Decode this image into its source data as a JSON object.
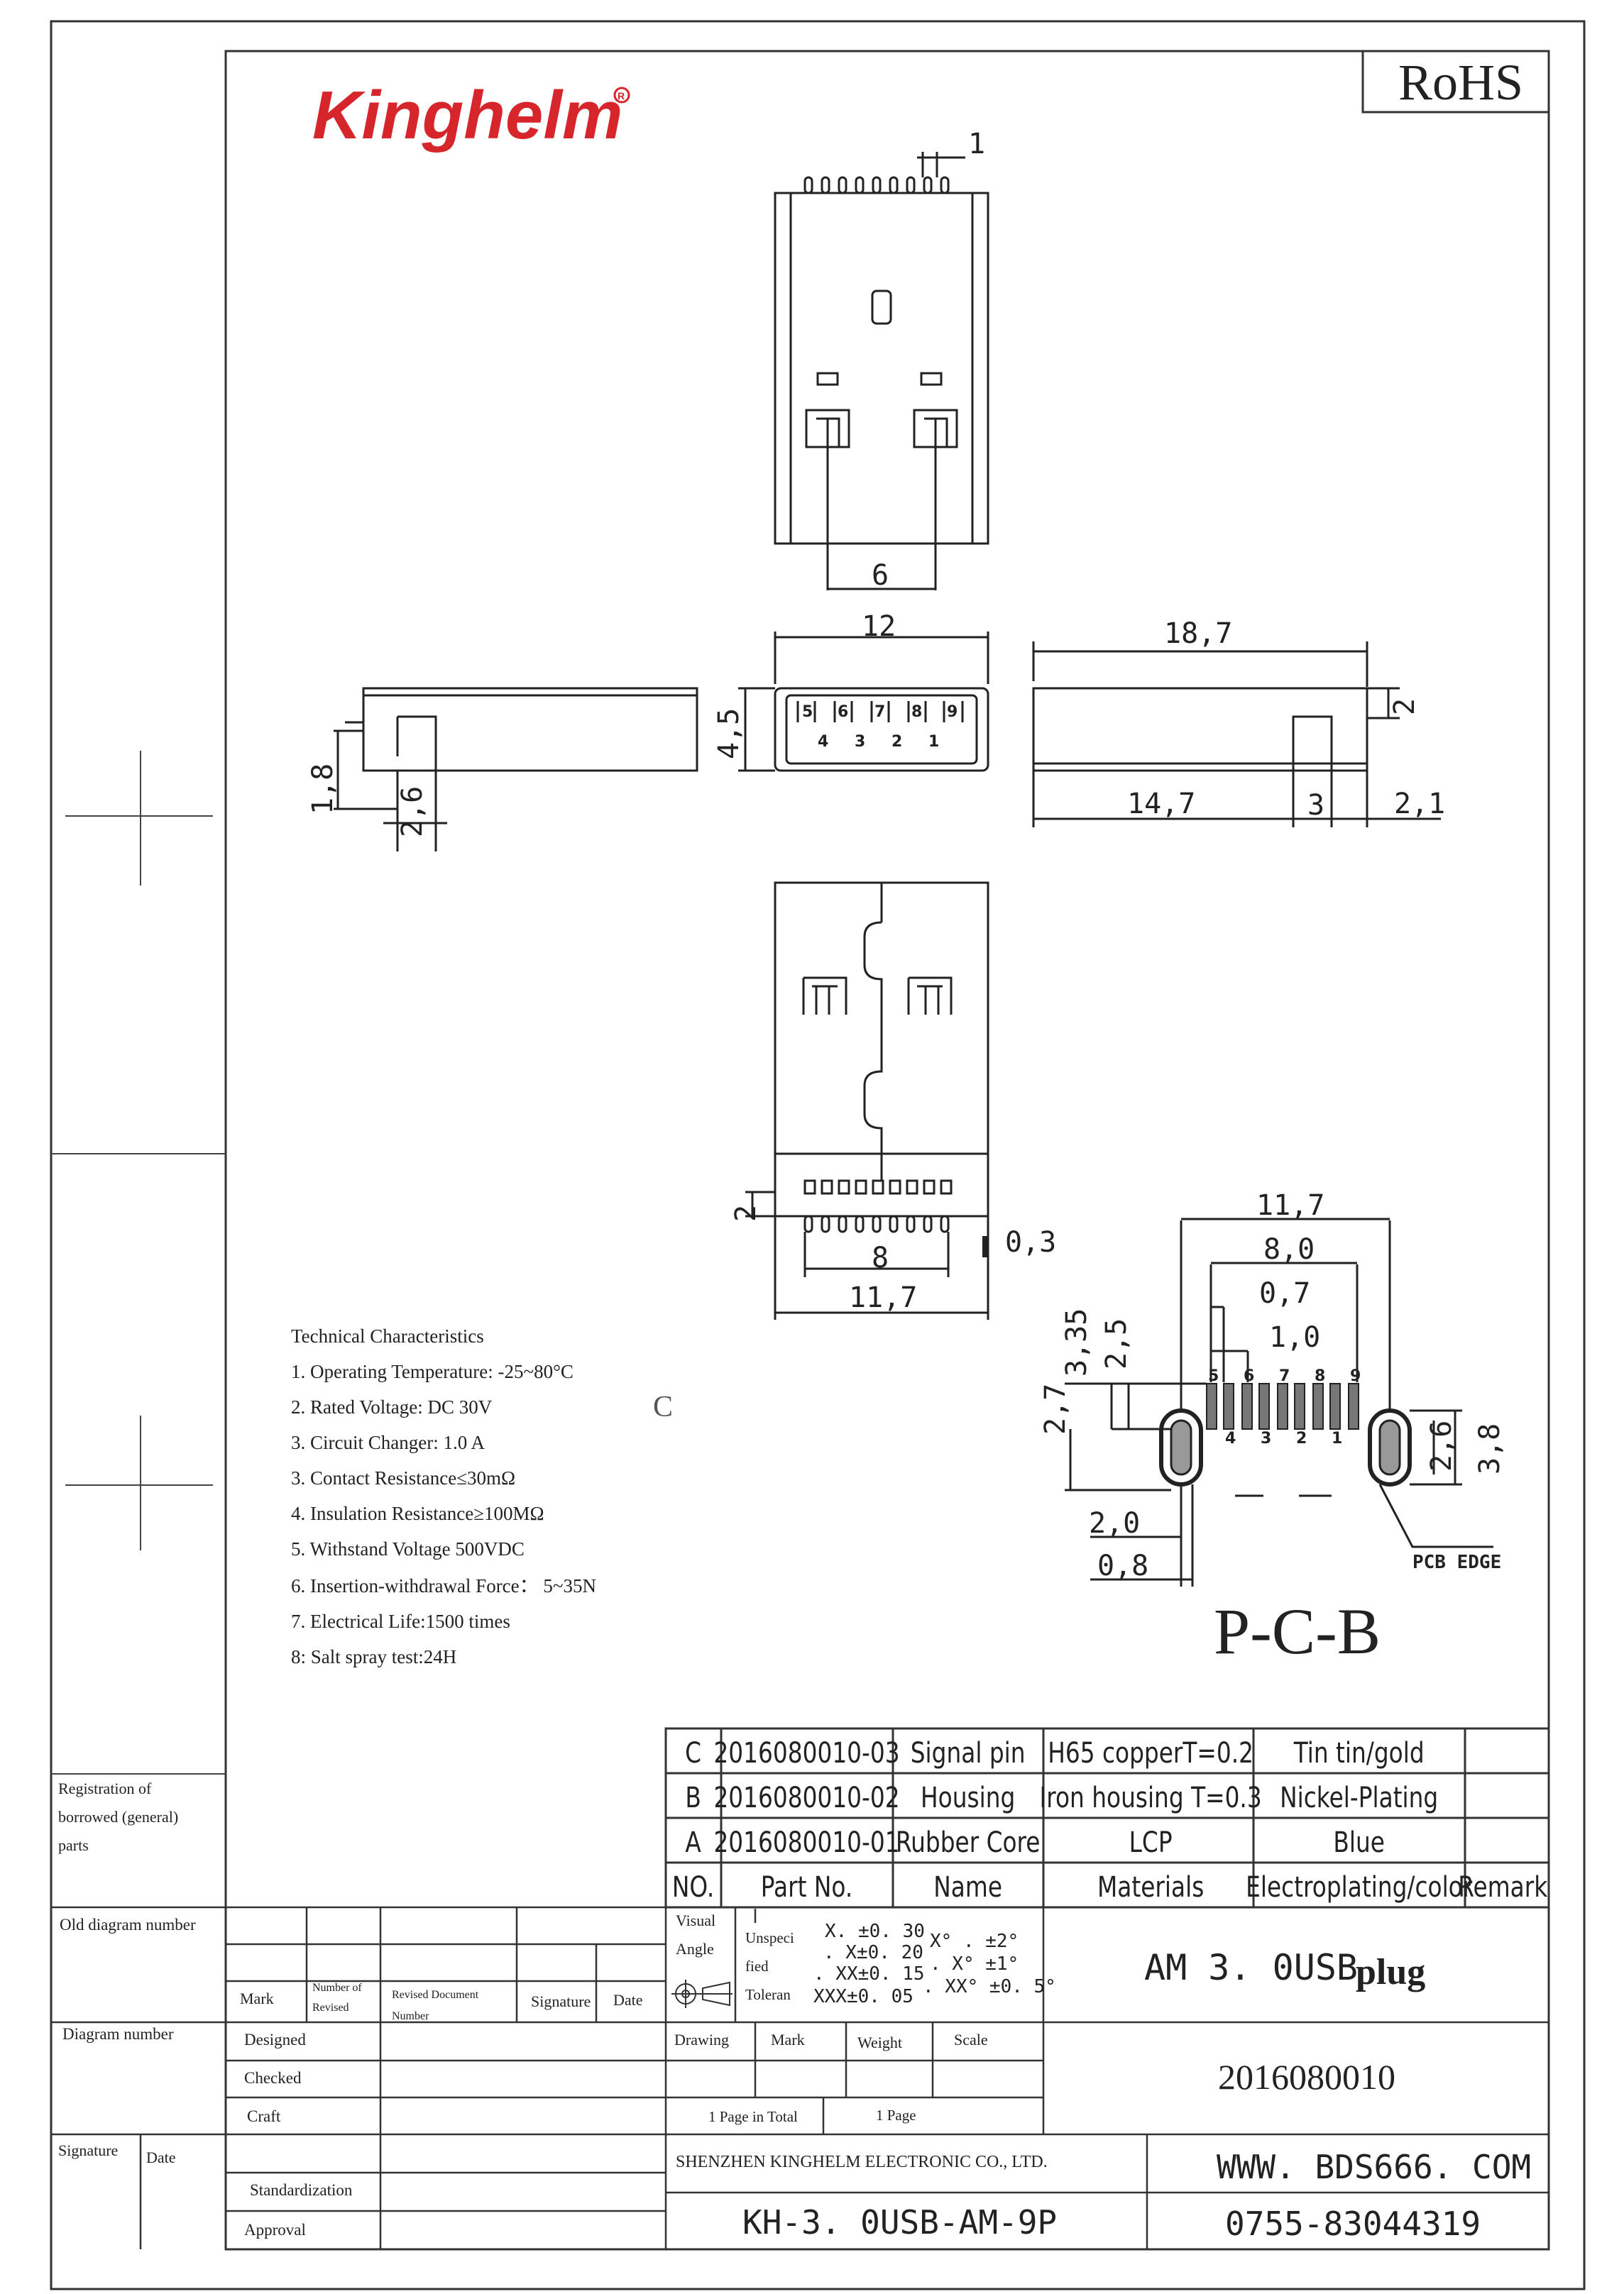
{
  "brand": {
    "logo_text": "Kinghelm",
    "color": "#d7262b"
  },
  "rohs": "RoHS",
  "dimensions": {
    "top_pitch": "1",
    "top_span": "6",
    "front_width": "12",
    "front_height": "4,5",
    "side_1_8": "1,8",
    "side_2_6": "2,6",
    "right_length": "18,7",
    "right_2": "2",
    "right_14_7": "14,7",
    "right_3": "3",
    "right_2_1": "2,1",
    "bottom_2": "2",
    "bottom_0_3": "0,3",
    "bottom_8": "8",
    "bottom_11_7": "11,7",
    "pcb_11_7": "11,7",
    "pcb_8_0": "8,0",
    "pcb_0_7": "0,7",
    "pcb_1_0": "1,0",
    "pcb_3_35": "3,35",
    "pcb_2_5": "2,5",
    "pcb_2_7": "2,7",
    "pcb_2_6": "2,6",
    "pcb_3_8": "3,8",
    "pcb_2_0": "2,0",
    "pcb_0_8": "0,8"
  },
  "pin_labels_top_row": [
    "5",
    "6",
    "7",
    "8",
    "9"
  ],
  "pin_labels_bottom_row": [
    "4",
    "3",
    "2",
    "1"
  ],
  "pcb_edge_label": "PCB EDGE",
  "pcb_title": "P-C-B",
  "stray_mark": "C",
  "tech": {
    "title": "Technical Characteristics",
    "items": [
      "1. Operating Temperature: -25~80°C",
      "2. Rated Voltage: DC 30V",
      "3. Circuit Changer: 1.0 A",
      "3. Contact Resistance≤30mΩ",
      "4. Insulation Resistance≥100MΩ",
      "5. Withstand Voltage 500VDC",
      "6. Insertion-withdrawal Force：  5~35N",
      "7. Electrical Life:1500 times",
      "8: Salt spray test:24H"
    ]
  },
  "bom": {
    "rows": [
      [
        "C",
        "2016080010-03",
        "Signal pin",
        "H65 copperT=0.2",
        "Tin tin/gold",
        ""
      ],
      [
        "B",
        "2016080010-02",
        "Housing",
        "Iron housing T=0.3",
        "Nickel-Plating",
        ""
      ],
      [
        "A",
        "2016080010-01",
        "Rubber Core",
        "LCP",
        "Blue",
        ""
      ]
    ],
    "header": [
      "NO.",
      "Part No.",
      "Name",
      "Materials",
      "Electroplating/color",
      "Remark"
    ]
  },
  "title_block": {
    "registration": [
      "Registration of",
      "borrowed (general)",
      "parts"
    ],
    "old_diagram": "Old diagram number",
    "diagram_number": "Diagram number",
    "signature": "Signature",
    "date": "Date",
    "mark": "Mark",
    "number_of_revised": [
      "Number of",
      "Revised"
    ],
    "revised_doc": [
      "Revised Document",
      "Number"
    ],
    "designed": "Designed",
    "checked": "Checked",
    "craft": "Craft",
    "standardization": "Standardization",
    "approval": "Approval",
    "visual_angle": [
      "Visual",
      "Angle"
    ],
    "unspecified": [
      "Unspeci",
      "fied",
      "Toleran"
    ],
    "tol_left": [
      "X. ±0. 30",
      ". X±0. 20",
      ". XX±0. 15",
      "XXX±0. 05"
    ],
    "tol_right": [
      "X°  . ±2°",
      ". X°  ±1°",
      ". XX°  ±0. 5°"
    ],
    "product_name": "AM 3. 0USB",
    "product_name_suffix": "plug",
    "drawing": "Drawing",
    "mark2": "Mark",
    "weight": "Weight",
    "scale": "Scale",
    "drawing_no": "2016080010",
    "pages_total": "1 Page in Total",
    "page": "1 Page",
    "company": "SHENZHEN KINGHELM ELECTRONIC CO., LTD.",
    "website": "WWW. BDS666. COM",
    "model": "KH-3. 0USB-AM-9P",
    "phone": "0755-83044319"
  }
}
